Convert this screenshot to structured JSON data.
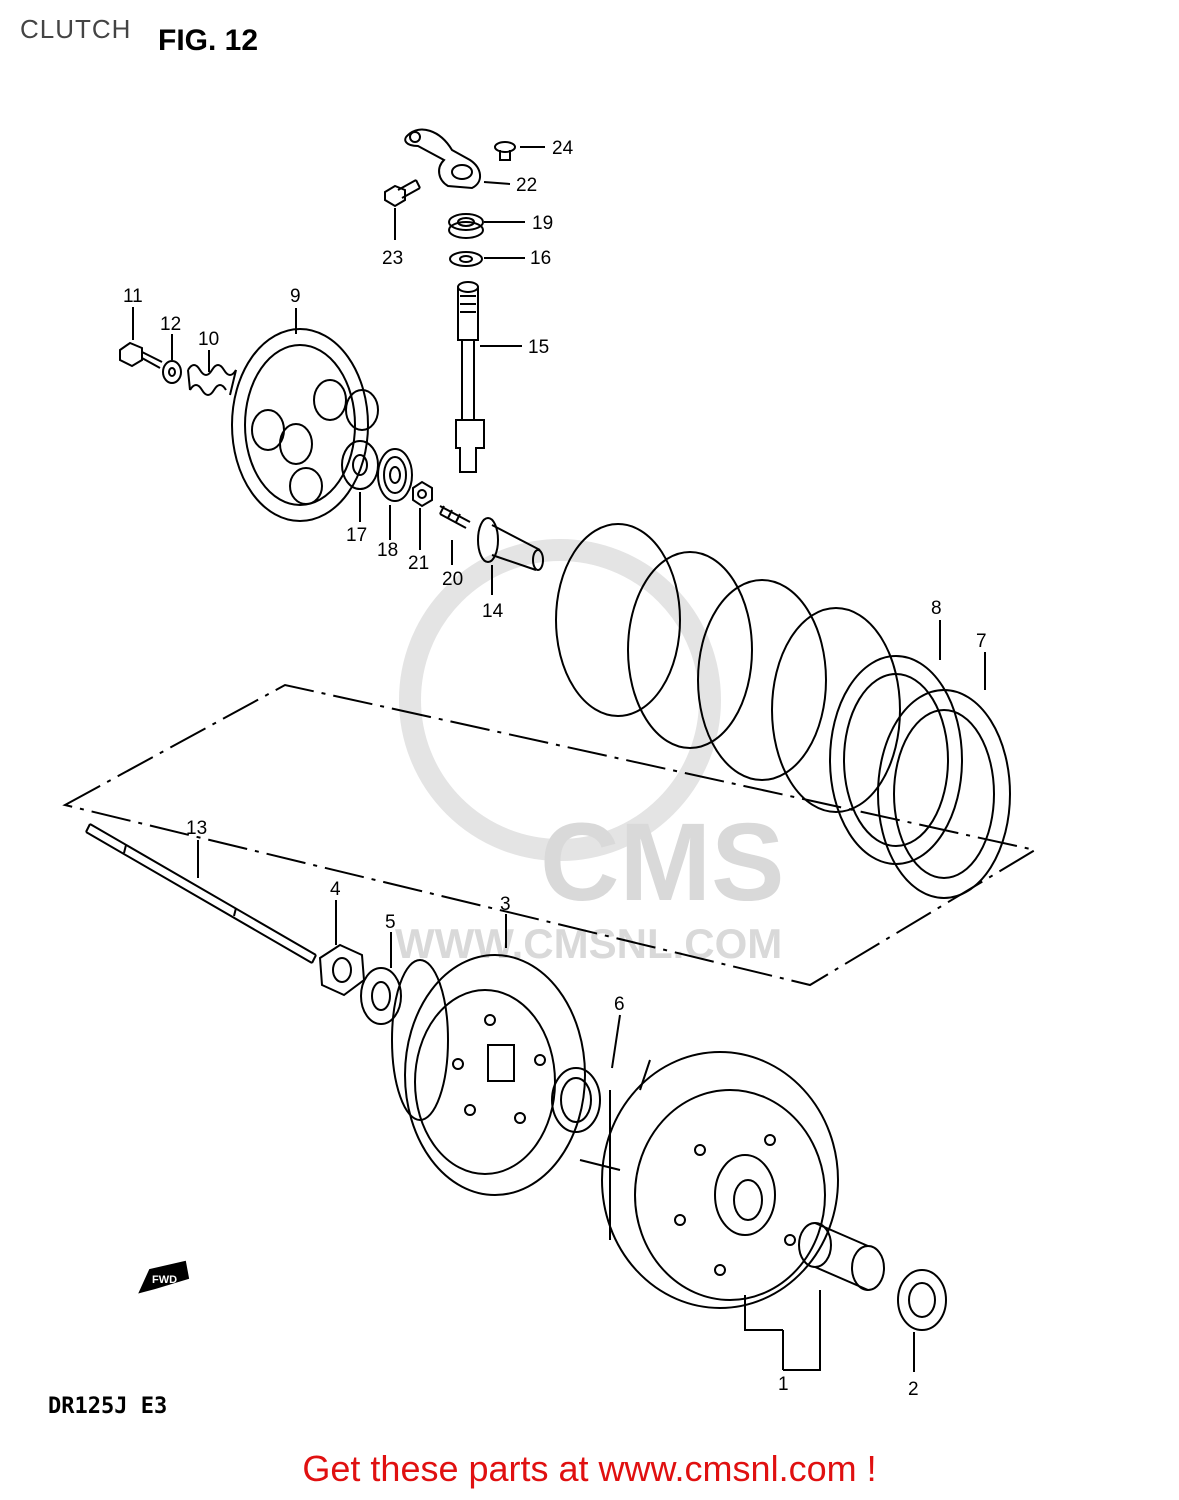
{
  "header": {
    "section_title": "CLUTCH",
    "figure_label": "FIG. 12"
  },
  "model_code": "DR125J  E3",
  "forward_arrow_label": "FWD",
  "watermark": {
    "logo_text": "CMS",
    "url_text": "WWW.CMSNL.COM"
  },
  "footer": {
    "promo_text": "Get these parts at www.cmsnl.com !"
  },
  "callouts": {
    "c1": "1",
    "c2": "2",
    "c3": "3",
    "c4": "4",
    "c5": "5",
    "c6": "6",
    "c7": "7",
    "c8": "8",
    "c9": "9",
    "c10": "10",
    "c11": "11",
    "c12": "12",
    "c13": "13",
    "c14": "14",
    "c15": "15",
    "c16": "16",
    "c17": "17",
    "c18": "18",
    "c19": "19",
    "c20": "20",
    "c21": "21",
    "c22": "22",
    "c23": "23",
    "c24": "24"
  },
  "colors": {
    "line": "#000000",
    "watermark": "#d9d9d9",
    "promo": "#e01010"
  }
}
